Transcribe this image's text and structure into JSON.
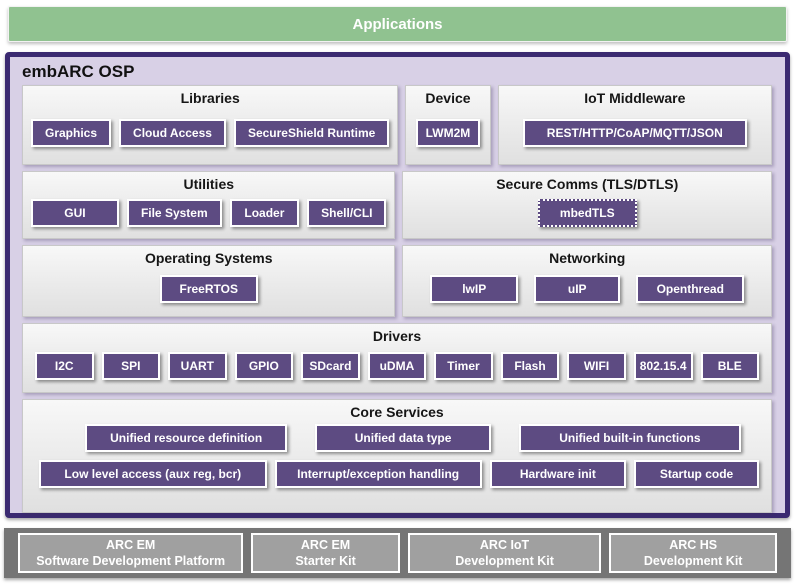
{
  "colors": {
    "applications_green": "#90c290",
    "osp_border_purple": "#3b2a71",
    "osp_background_lavender": "#d8d0e6",
    "chip_purple": "#5d4b82",
    "section_gray": "#ededed",
    "kit_box_gray": "#a0a0a0",
    "kit_bar_dark_gray": "#757575"
  },
  "applications_bar": {
    "label": "Applications"
  },
  "osp": {
    "title": "embARC OSP",
    "sections": {
      "libraries": {
        "title": "Libraries",
        "chips": [
          "Graphics",
          "Cloud Access",
          "SecureShield Runtime"
        ]
      },
      "device": {
        "title": "Device",
        "chips": [
          "LWM2M"
        ]
      },
      "iot_middleware": {
        "title": "IoT Middleware",
        "chips": [
          "REST/HTTP/CoAP/MQTT/JSON"
        ]
      },
      "utilities": {
        "title": "Utilities",
        "chips": [
          "GUI",
          "File System",
          "Loader",
          "Shell/CLI"
        ]
      },
      "secure_comms": {
        "title": "Secure Comms (TLS/DTLS)",
        "chips": [
          "mbedTLS"
        ]
      },
      "operating_systems": {
        "title": "Operating Systems",
        "chips": [
          "FreeRTOS"
        ]
      },
      "networking": {
        "title": "Networking",
        "chips": [
          "lwIP",
          "uIP",
          "Openthread"
        ]
      },
      "drivers": {
        "title": "Drivers",
        "chips": [
          "I2C",
          "SPI",
          "UART",
          "GPIO",
          "SDcard",
          "uDMA",
          "Timer",
          "Flash",
          "WIFI",
          "802.15.4",
          "BLE"
        ]
      },
      "core_services": {
        "title": "Core Services",
        "rows": [
          [
            "Unified resource definition",
            "Unified data type",
            "Unified built-in functions"
          ],
          [
            "Low level access (aux reg, bcr)",
            "Interrupt/exception handling",
            "Hardware init",
            "Startup code"
          ]
        ]
      }
    }
  },
  "hardware_bar": {
    "kits": [
      {
        "line1": "ARC EM",
        "line2": "Software Development Platform"
      },
      {
        "line1": "ARC EM",
        "line2": "Starter Kit"
      },
      {
        "line1": "ARC IoT",
        "line2": "Development Kit"
      },
      {
        "line1": "ARC HS",
        "line2": "Development Kit"
      }
    ]
  }
}
